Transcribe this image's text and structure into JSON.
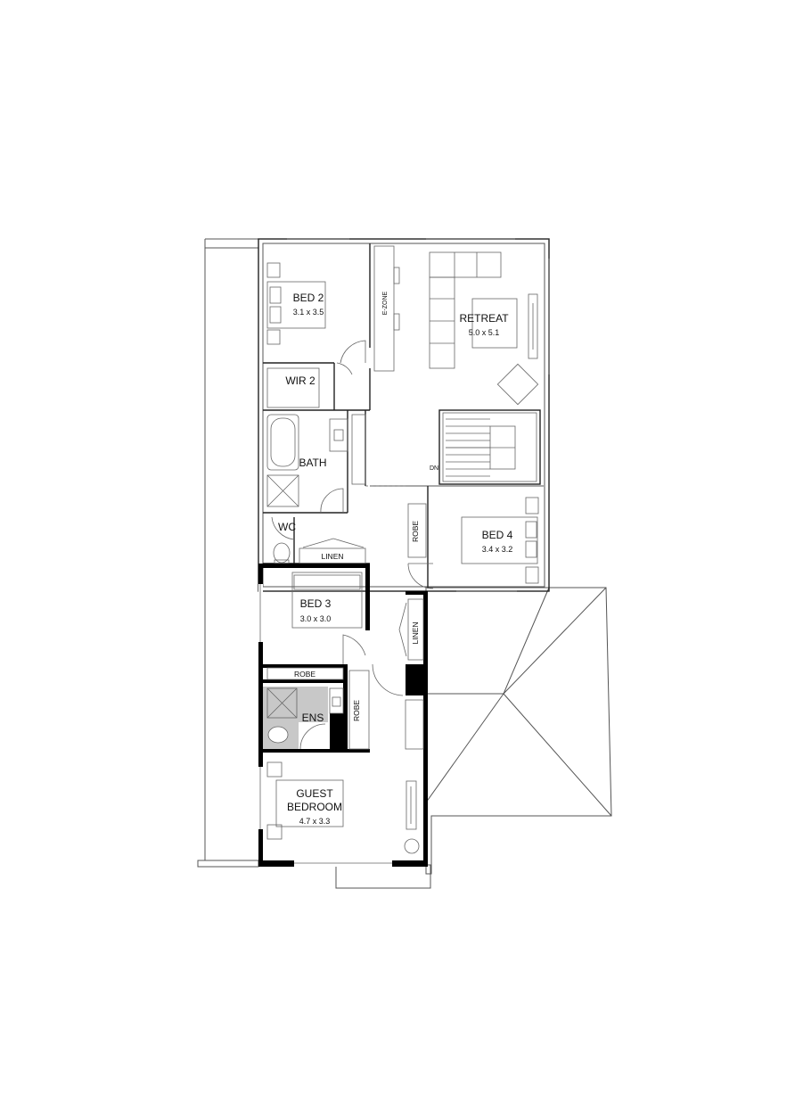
{
  "rooms": {
    "bed2": {
      "name": "BED 2",
      "size": "3.1 x 3.5"
    },
    "wir2": {
      "name": "WIR 2"
    },
    "ezone": {
      "name": "E-ZONE"
    },
    "retreat": {
      "name": "RETREAT",
      "size": "5.0 x 5.1"
    },
    "bath": {
      "name": "BATH"
    },
    "wc": {
      "name": "WC"
    },
    "linen_upper": {
      "name": "LINEN"
    },
    "bed3": {
      "name": "BED 3",
      "size": "3.0 x 3.0"
    },
    "robe_bed3": {
      "name": "ROBE"
    },
    "robe_bed4": {
      "name": "ROBE"
    },
    "bed4": {
      "name": "BED 4",
      "size": "3.4 x 3.2"
    },
    "linen_hall": {
      "name": "LINEN"
    },
    "ens": {
      "name": "ENS"
    },
    "robe_guest": {
      "name": "ROBE"
    },
    "guest": {
      "name_line1": "GUEST",
      "name_line2": "BEDROOM",
      "size": "4.7 x 3.3"
    }
  },
  "stairs": {
    "label": "DN"
  }
}
